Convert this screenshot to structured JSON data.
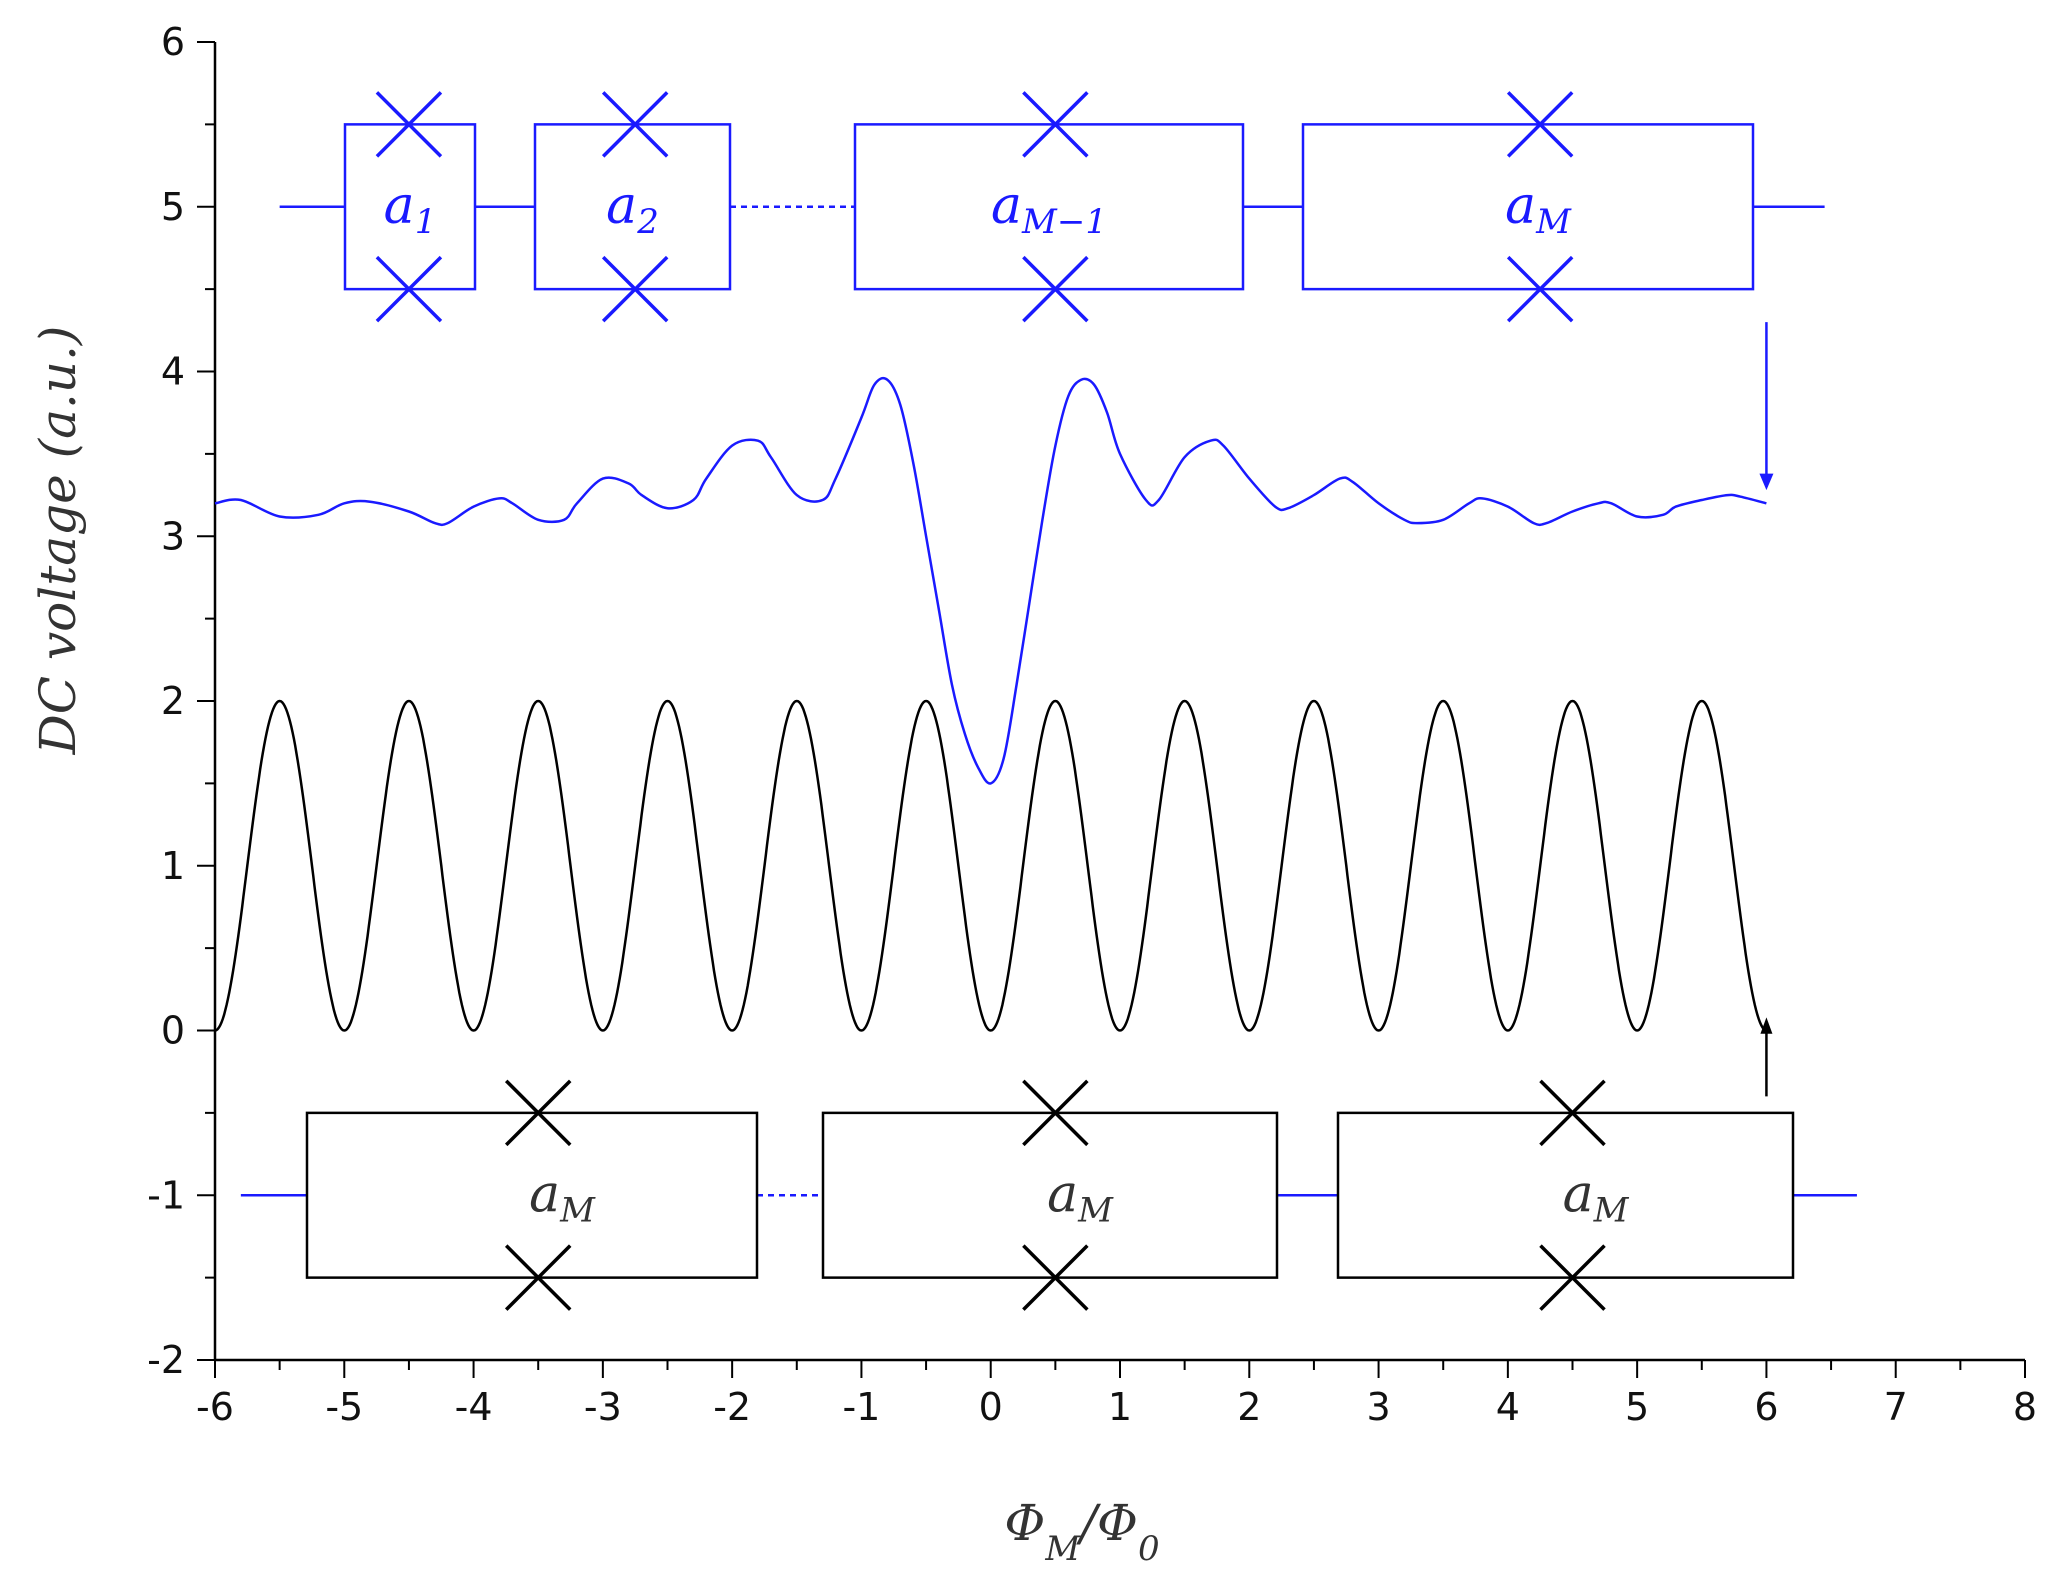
{
  "chart_data": {
    "type": "line",
    "xlabel": "Φ_M/Φ_0",
    "ylabel": "DC voltage (a.u.)",
    "xlim": [
      -6,
      8
    ],
    "ylim": [
      -2,
      6
    ],
    "xticks": [
      "-6",
      "-5",
      "-4",
      "-3",
      "-2",
      "-1",
      "0",
      "1",
      "2",
      "3",
      "4",
      "5",
      "6",
      "7",
      "8"
    ],
    "yticks": [
      "-2",
      "-1",
      "0",
      "1",
      "2",
      "3",
      "4",
      "5",
      "6"
    ],
    "grid": false,
    "series": [
      {
        "name": "",
        "color": "#1a1aff",
        "x": [
          -6.0,
          -5.8,
          -5.5,
          -5.2,
          -5.0,
          -4.8,
          -4.5,
          -4.3,
          -4.2,
          -4.0,
          -3.8,
          -3.7,
          -3.5,
          -3.3,
          -3.2,
          -3.0,
          -2.8,
          -2.7,
          -2.5,
          -2.3,
          -2.2,
          -2.0,
          -1.8,
          -1.7,
          -1.5,
          -1.3,
          -1.2,
          -1.0,
          -0.9,
          -0.8,
          -0.7,
          -0.6,
          -0.5,
          -0.4,
          -0.3,
          -0.2,
          -0.1,
          0.0,
          0.1,
          0.2,
          0.3,
          0.4,
          0.5,
          0.6,
          0.7,
          0.8,
          0.9,
          1.0,
          1.2,
          1.3,
          1.5,
          1.7,
          1.8,
          2.0,
          2.2,
          2.3,
          2.5,
          2.7,
          2.8,
          3.0,
          3.2,
          3.3,
          3.5,
          3.7,
          3.8,
          4.0,
          4.2,
          4.3,
          4.5,
          4.7,
          4.8,
          5.0,
          5.2,
          5.3,
          5.5,
          5.7,
          5.8,
          6.0
        ],
        "y": [
          3.2,
          3.22,
          3.12,
          3.13,
          3.2,
          3.21,
          3.15,
          3.08,
          3.08,
          3.18,
          3.23,
          3.2,
          3.1,
          3.1,
          3.2,
          3.35,
          3.32,
          3.25,
          3.17,
          3.22,
          3.35,
          3.55,
          3.58,
          3.48,
          3.25,
          3.22,
          3.35,
          3.72,
          3.92,
          3.95,
          3.8,
          3.45,
          3.0,
          2.55,
          2.1,
          1.8,
          1.6,
          1.5,
          1.65,
          2.1,
          2.6,
          3.1,
          3.55,
          3.85,
          3.95,
          3.92,
          3.75,
          3.5,
          3.22,
          3.22,
          3.48,
          3.58,
          3.55,
          3.35,
          3.18,
          3.17,
          3.25,
          3.35,
          3.33,
          3.2,
          3.1,
          3.08,
          3.1,
          3.2,
          3.23,
          3.18,
          3.08,
          3.08,
          3.15,
          3.2,
          3.2,
          3.12,
          3.13,
          3.18,
          3.22,
          3.25,
          3.24,
          3.2
        ]
      },
      {
        "name": "",
        "color": "#000000",
        "x": [
          -6.0,
          -5.75,
          -5.5,
          -5.25,
          -5.0,
          -4.75,
          -4.5,
          -4.25,
          -4.0,
          -3.75,
          -3.5,
          -3.25,
          -3.0,
          -2.75,
          -2.5,
          -2.25,
          -2.0,
          -1.75,
          -1.5,
          -1.25,
          -1.0,
          -0.75,
          -0.5,
          -0.25,
          0.0,
          0.25,
          0.5,
          0.75,
          1.0,
          1.25,
          1.5,
          1.75,
          2.0,
          2.25,
          2.5,
          2.75,
          3.0,
          3.25,
          3.5,
          3.75,
          4.0,
          4.25,
          4.5,
          4.75,
          5.0,
          5.25,
          5.5,
          5.75,
          6.0
        ],
        "y": [
          0,
          1,
          2,
          1,
          0,
          1,
          2,
          1,
          0,
          1,
          2,
          1,
          0,
          1,
          2,
          1,
          0,
          1,
          2,
          1,
          0,
          1,
          2,
          1,
          0,
          1,
          2,
          1,
          0,
          1,
          2,
          1,
          0,
          1,
          2,
          1,
          0,
          1,
          2,
          1,
          0,
          1,
          2,
          1,
          0,
          1,
          2,
          1,
          0
        ],
        "function": "1 - cos(2πx)"
      }
    ],
    "annotations": {
      "top_array": {
        "color": "#1a1aff",
        "cells": [
          {
            "letter": "a",
            "sub": "1"
          },
          {
            "letter": "a",
            "sub": "2"
          },
          {
            "letter": "a",
            "sub": "M−1"
          },
          {
            "letter": "a",
            "sub": "M"
          }
        ]
      },
      "bottom_array": {
        "color": "#000000",
        "cells": [
          {
            "letter": "a",
            "sub": "M"
          },
          {
            "letter": "a",
            "sub": "M"
          },
          {
            "letter": "a",
            "sub": "M"
          }
        ]
      }
    }
  }
}
